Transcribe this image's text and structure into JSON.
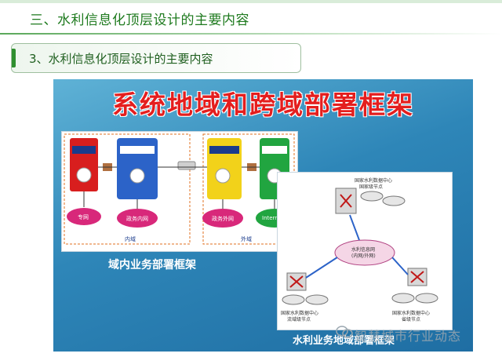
{
  "header": {
    "section_title": "三、水利信息化顶层设计的主要内容",
    "subsection_title": "3、水利信息化顶层设计的主要内容"
  },
  "slide": {
    "title": "系统地域和跨域部署框架",
    "left_caption": "域内业务部署框架",
    "right_caption": "水利业务地域部署框架",
    "left_diagram": {
      "inner_domain_label": "内域",
      "outer_domain_label": "外域",
      "cloud_labels": [
        "专网",
        "政务内网",
        "政务外网",
        "Internet"
      ]
    },
    "right_diagram": {
      "top_node": "国家水利数据中心",
      "top_node_sub": "国家级节点",
      "center_cloud": "水利信息网",
      "center_cloud_sub": "(内网/外网)",
      "bottom_left_node": "国家水利数据中心",
      "bottom_left_sub": "流域级节点",
      "bottom_right_node": "国家水利数据中心",
      "bottom_right_sub": "省级节点"
    }
  },
  "watermark": {
    "text": "智慧城市行业动态"
  },
  "colors": {
    "heading_green": "#1e7a1e",
    "slide_blue": "#2e86b8",
    "title_red": "#e41e1e"
  }
}
